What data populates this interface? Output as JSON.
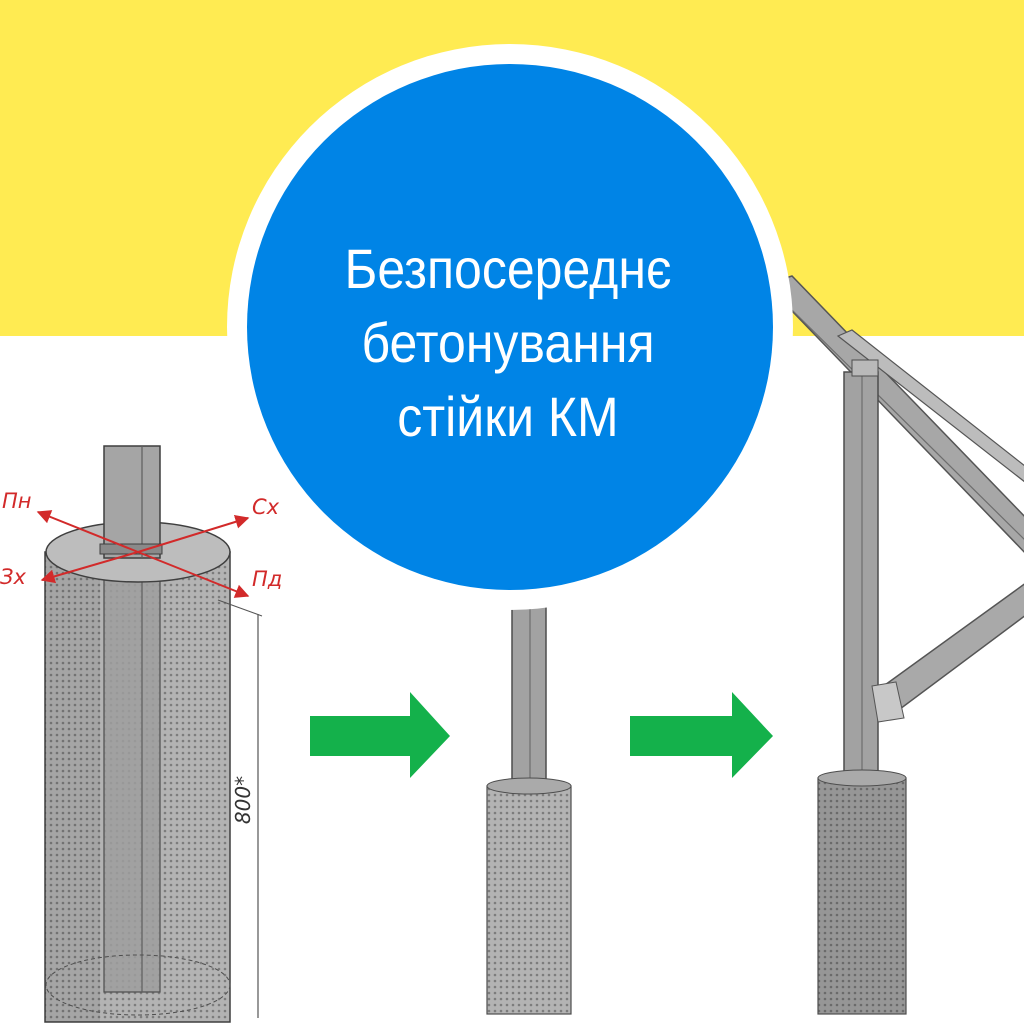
{
  "colors": {
    "banner": "#ffeb52",
    "background": "#ffffff",
    "circle": "#0084e6",
    "circle_ring": "#ffffff",
    "arrow": "#14b14b",
    "axes": "#d22a2a",
    "steel": "#9d9d9d",
    "concrete": "#b3b3b3"
  },
  "title": {
    "line1": "Безпосереднє",
    "line2": "бетонування",
    "line3": "стійки КМ"
  },
  "diagram": {
    "axes": {
      "north": "Пн",
      "east": "Сх",
      "west": "Зх",
      "south": "Пд"
    },
    "dimension": "800*"
  },
  "steps": [
    {
      "name": "foundation-detail",
      "icon": "concrete-post-detail-icon"
    },
    {
      "name": "concreted-post",
      "icon": "concrete-post-icon"
    },
    {
      "name": "mounted-frame",
      "icon": "solar-frame-icon"
    }
  ]
}
